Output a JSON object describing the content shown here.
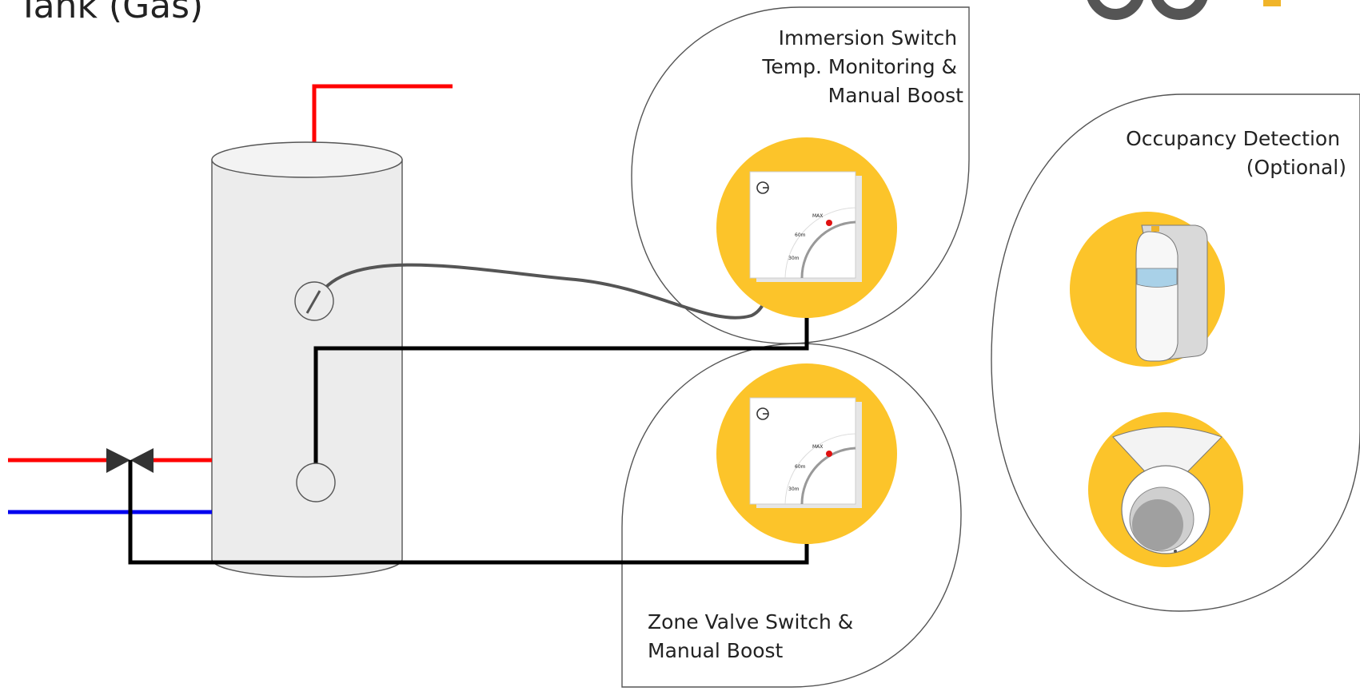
{
  "title": "Tank (Gas)",
  "callouts": {
    "immersion": [
      "Immersion Switch",
      "Temp. Monitoring &",
      "Manual Boost"
    ],
    "zone_valve": [
      "Zone Valve Switch &",
      "Manual Boost"
    ],
    "occupancy": [
      "Occupancy Detection",
      "(Optional)"
    ]
  },
  "switch_labels": [
    "MAX",
    "60m",
    "30m"
  ],
  "colors": {
    "hot_pipe": "#ff0000",
    "cold_pipe": "#0000ee",
    "wire": "#000000",
    "sensor_wire": "#555555",
    "device_circle": "#fcc42a",
    "tank_fill": "#ececec",
    "led": "#e01010"
  },
  "icons": [
    "power-icon",
    "pir-sensor-icon",
    "ceiling-sensor-icon",
    "logo-icon"
  ]
}
